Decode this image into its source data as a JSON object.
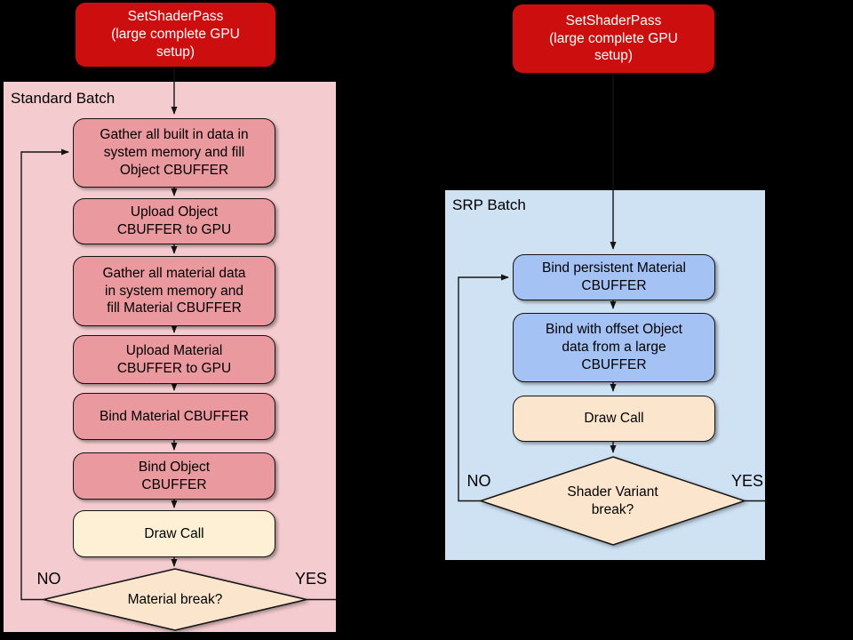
{
  "diagram": {
    "left": {
      "header_lines": [
        "SetShaderPass",
        "(large complete GPU",
        "setup)"
      ],
      "container_label": "Standard Batch",
      "steps": [
        {
          "lines": [
            "Gather all built in data in",
            "system memory and fill",
            "Object CBUFFER"
          ]
        },
        {
          "lines": [
            "Upload Object",
            "CBUFFER to GPU"
          ]
        },
        {
          "lines": [
            "Gather all material data",
            "in system memory and",
            "fill Material CBUFFER"
          ]
        },
        {
          "lines": [
            "Upload Material",
            "CBUFFER to GPU"
          ]
        },
        {
          "lines": [
            "Bind Material CBUFFER"
          ]
        },
        {
          "lines": [
            "Bind Object",
            "CBUFFER"
          ]
        },
        {
          "lines": [
            "Draw Call"
          ]
        }
      ],
      "decision_lines": [
        "Material break?"
      ],
      "no_label": "NO",
      "yes_label": "YES"
    },
    "right": {
      "header_lines": [
        "SetShaderPass",
        "(large complete GPU",
        "setup)"
      ],
      "container_label": "SRP Batch",
      "steps": [
        {
          "lines": [
            "Bind persistent Material",
            "CBUFFER"
          ]
        },
        {
          "lines": [
            "Bind with offset Object",
            "data from a large",
            "CBUFFER"
          ]
        },
        {
          "lines": [
            "Draw Call"
          ]
        }
      ],
      "decision_lines": [
        "Shader Variant",
        "break?"
      ],
      "no_label": "NO",
      "yes_label": "YES"
    },
    "colors": {
      "background": "#000000",
      "header_red": "#cc0e0e",
      "header_text": "#ffffff",
      "standard_batch_container": "#f4cbce",
      "standard_step": "#ea999e",
      "draw_call_left": "#fdf0d5",
      "decision_peach": "#fce5cd",
      "srp_batch_container": "#cfe2f3",
      "srp_step": "#a4c2f4",
      "line_stroke": "#141414"
    }
  }
}
